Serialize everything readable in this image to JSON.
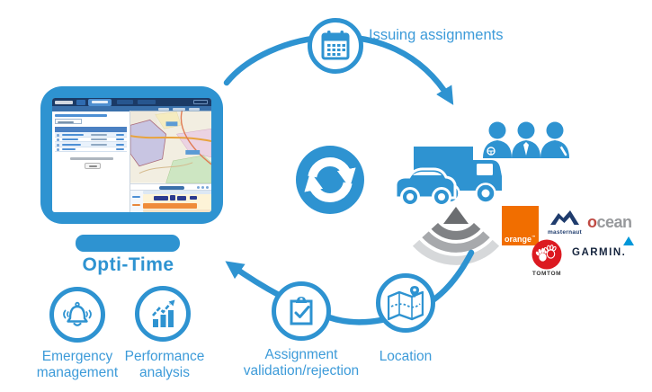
{
  "colors": {
    "accent_blue": "#2E93D1",
    "label_blue": "#3D9BD9",
    "signal_gray_dark": "#6B6D70",
    "signal_gray_mid": "#808285",
    "signal_gray_light": "#D6D8DA",
    "orange_brand": "#F16E00",
    "masternaut_navy": "#1F3C6D",
    "ocean_gray": "#97999C",
    "tomtom_red": "#DC1A21",
    "garmin_navy": "#16253E",
    "garmin_blue": "#0097D9"
  },
  "brand": "Opti-Time",
  "labels": {
    "issuing": "Issuing assignments",
    "location": "Location",
    "validation": "Assignment validation/rejection",
    "emergency": "Emergency management",
    "performance": "Performance analysis"
  },
  "partners": {
    "orange": "orange",
    "orange_tm": "™",
    "masternaut": "masternaut",
    "ocean": "ocean",
    "tomtom": "TOMTOM",
    "garmin": "GARMIN."
  },
  "icons": {
    "calendar": "calendar-icon",
    "sync": "sync-arrows-icon",
    "team": "workers-icon",
    "vehicles": "truck-and-car-icon",
    "signal": "gps-signal-icon",
    "map": "map-pin-icon",
    "clipboard": "clipboard-check-icon",
    "bell": "alarm-bell-icon",
    "chart": "growth-chart-icon"
  }
}
